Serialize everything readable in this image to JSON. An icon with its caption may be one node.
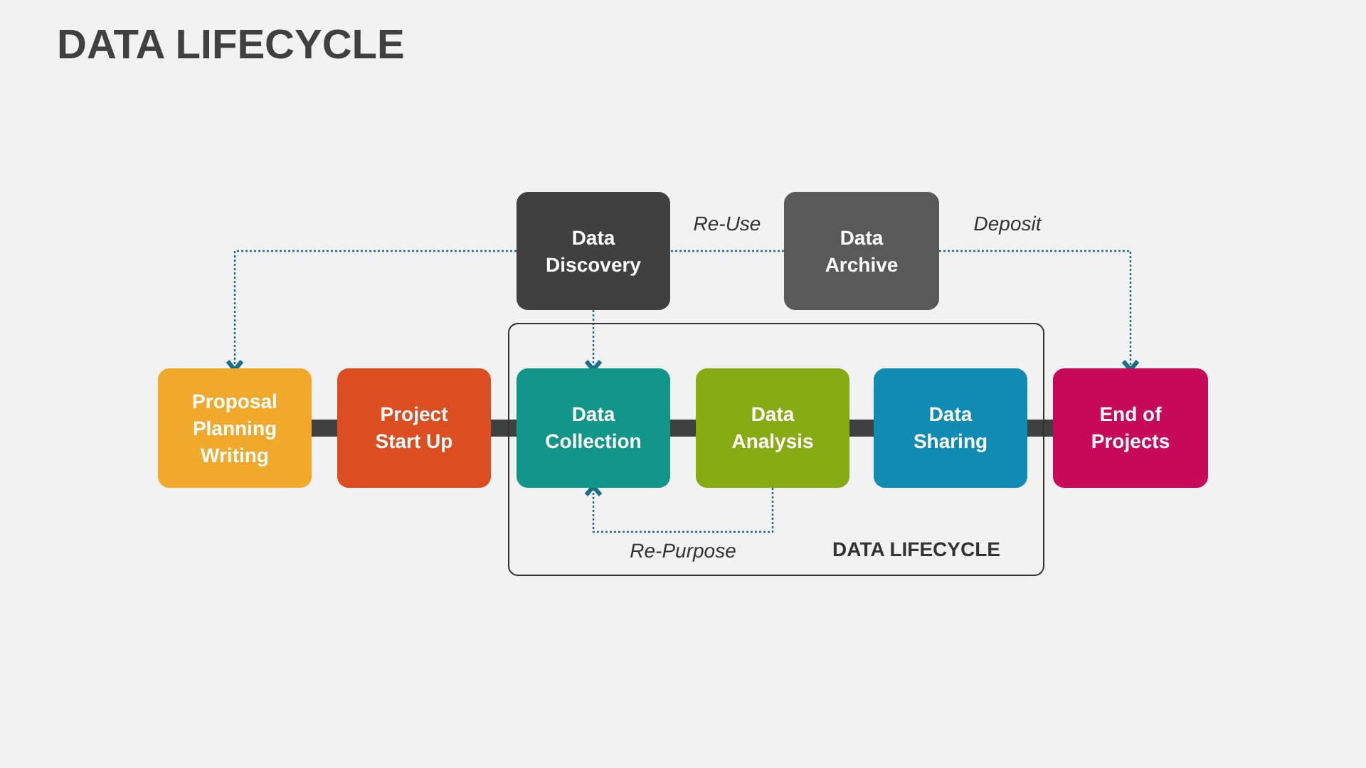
{
  "diagram": {
    "title": "DATA LIFECYCLE",
    "nodes": [
      {
        "text": [
          "Data Discovery"
        ]
      },
      {
        "text": [
          "Data Archive"
        ]
      },
      {
        "text": [
          "Proposal Planning Writing"
        ]
      },
      {
        "text": [
          "Project Start Up"
        ]
      },
      {
        "text": [
          "DATA LIFECYCLE"
        ]
      },
      {
        "text": [
          "Data Collection"
        ],
        "in": 4
      },
      {
        "text": [
          "Data Analysis"
        ],
        "in": 4
      },
      {
        "text": [
          "Data Sharing"
        ],
        "in": 4
      },
      {
        "text": [
          "End of Projects"
        ]
      }
    ],
    "edges": [
      {
        "from": 0,
        "to": 2,
        "arrow": "to",
        "style": "dashed",
        "color": "#1a6f8a"
      },
      {
        "from": 0,
        "to": 5,
        "arrow": "to",
        "style": "dashed",
        "color": "#1a6f8a"
      },
      {
        "from": 1,
        "to": 0,
        "arrow": "none",
        "label": "Re-Use",
        "style": "dashed",
        "color": "#1a6f8a"
      },
      {
        "from": 1,
        "to": 8,
        "arrow": "to",
        "label": "Deposit",
        "style": "dashed",
        "color": "#1a6f8a"
      },
      {
        "from": 6,
        "to": 5,
        "arrow": "to",
        "label": "Re-Purpose",
        "style": "dashed",
        "color": "#1a6f8a"
      },
      {
        "from": 2,
        "to": 3,
        "arrow": "none",
        "style": "thick"
      },
      {
        "from": 3,
        "to": 5,
        "arrow": "none",
        "style": "thick"
      },
      {
        "from": 5,
        "to": 6,
        "arrow": "none",
        "style": "thick"
      },
      {
        "from": 6,
        "to": 7,
        "arrow": "none",
        "style": "thick"
      },
      {
        "from": 7,
        "to": 8,
        "arrow": "none",
        "style": "thick"
      }
    ]
  }
}
